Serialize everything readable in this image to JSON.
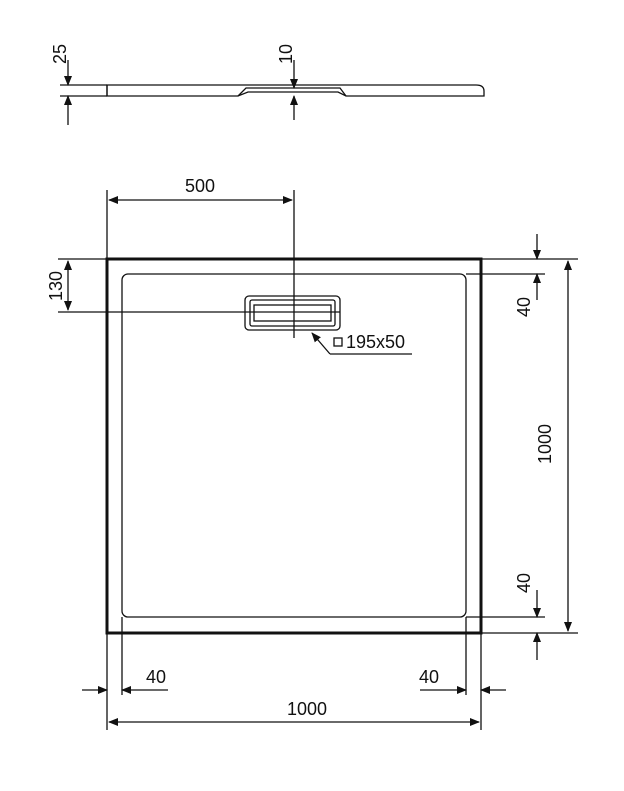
{
  "side_view": {
    "height_label": "25",
    "depth_label": "10"
  },
  "top_view": {
    "drain_offset_label": "500",
    "drain_from_edge_label": "130",
    "drain_size_label": "195x50",
    "rim_top_label": "40",
    "length_label": "1000",
    "rim_bottom_label": "40",
    "rim_left_label": "40",
    "rim_right_label": "40",
    "width_label": "1000"
  },
  "colors": {
    "line": "#111111",
    "background": "#ffffff"
  }
}
